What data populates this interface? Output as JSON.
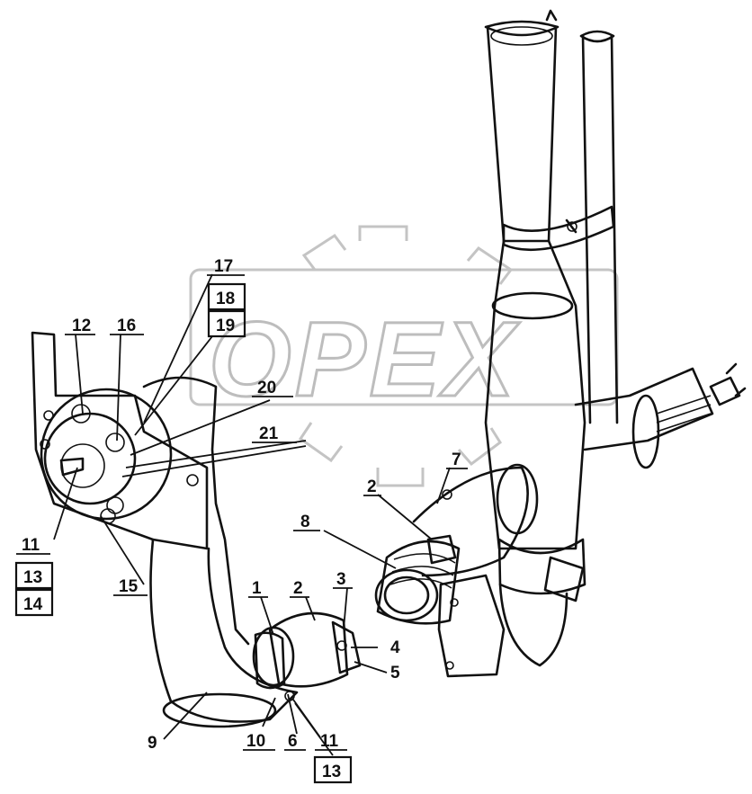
{
  "watermark": {
    "text": "OPEX"
  },
  "labels": {
    "l1": "1",
    "l2a": "2",
    "l2b": "2",
    "l3": "3",
    "l4": "4",
    "l5": "5",
    "l6": "6",
    "l7": "7",
    "l8": "8",
    "l9": "9",
    "l10": "10",
    "l11a": "11",
    "l11b": "11",
    "l12": "12",
    "l13a": "13",
    "l13b": "13",
    "l14": "14",
    "l15": "15",
    "l16": "16",
    "l17": "17",
    "l18": "18",
    "l19": "19",
    "l20": "20",
    "l21": "21"
  }
}
